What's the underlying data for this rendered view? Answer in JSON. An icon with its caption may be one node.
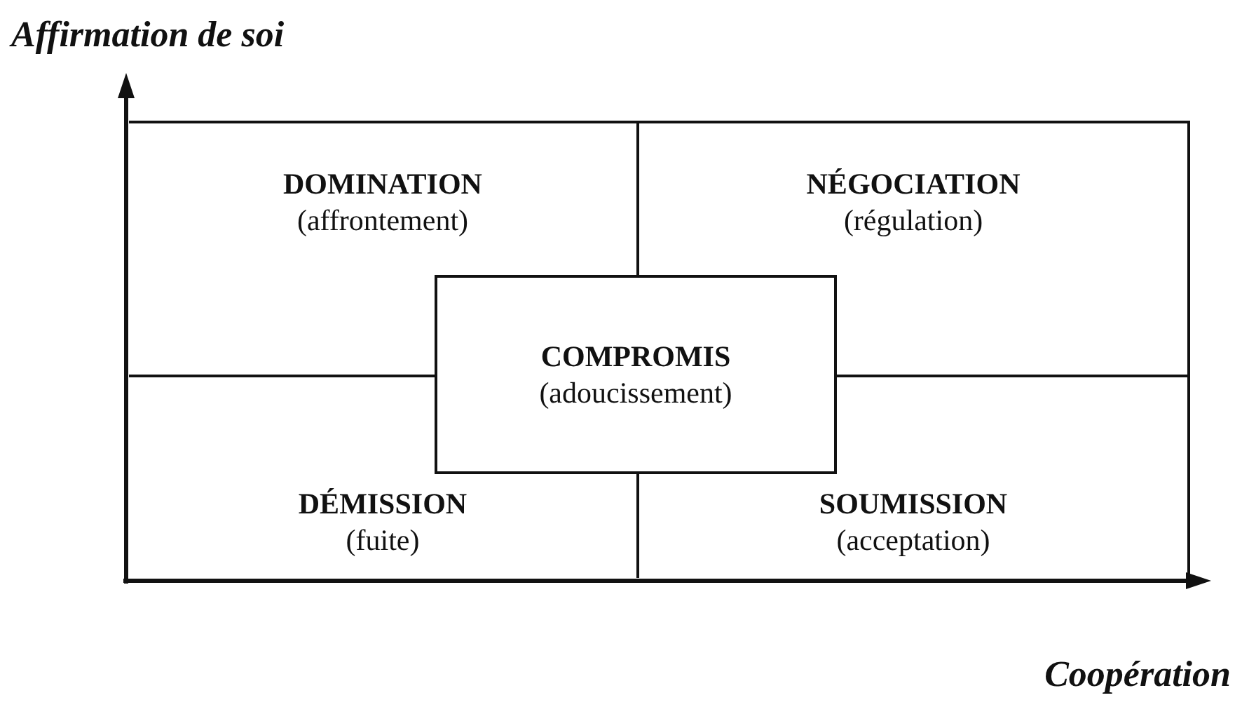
{
  "diagram": {
    "nodes": [
      {
        "text": [
          "DOMINATION",
          "(affrontement)"
        ]
      },
      {
        "text": [
          "NÉGOCIATION",
          "(régulation)"
        ]
      },
      {
        "text": [
          "COMPROMIS",
          "(adoucissement)"
        ]
      },
      {
        "text": [
          "DÉMISSION",
          "(fuite)"
        ]
      },
      {
        "text": [
          "SOUMISSION",
          "(acceptation)"
        ]
      }
    ],
    "edges": [],
    "labels": [
      "Affirmation de soi",
      "Coopération"
    ]
  }
}
